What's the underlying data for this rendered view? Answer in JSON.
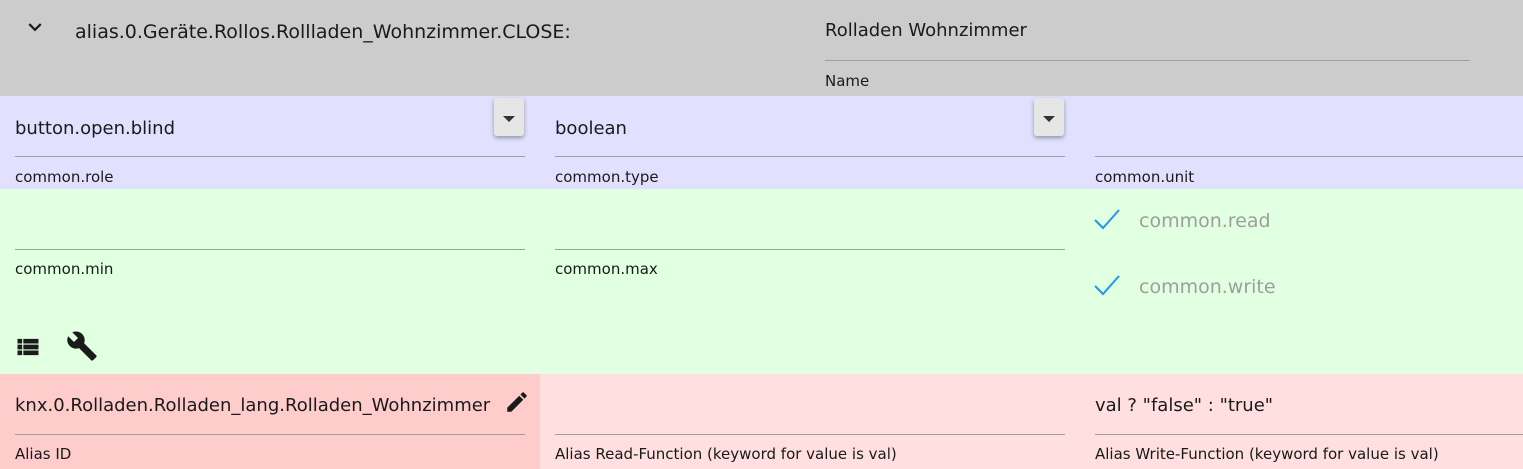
{
  "header": {
    "object_id": "alias.0.Geräte.Rollos.Rollladen_Wohnzimmer.CLOSE:",
    "name_value": "Rolladen Wohnzimmer",
    "name_label": "Name"
  },
  "common": {
    "role": {
      "value": "button.open.blind",
      "label": "common.role"
    },
    "type": {
      "value": "boolean",
      "label": "common.type"
    },
    "unit": {
      "value": "",
      "label": "common.unit"
    },
    "min": {
      "value": "",
      "label": "common.min"
    },
    "max": {
      "value": "",
      "label": "common.max"
    },
    "read": {
      "label": "common.read",
      "checked": true
    },
    "write": {
      "label": "common.write",
      "checked": true
    }
  },
  "alias": {
    "id": {
      "value": "knx.0.Rolladen.Rolladen_lang.Rolladen_Wohnzimmer",
      "label": "Alias ID"
    },
    "read_fn": {
      "value": "",
      "label": "Alias Read-Function (keyword for value is val)"
    },
    "write_fn": {
      "value": "val ? \"false\" : \"true\"",
      "label": "Alias Write-Function (keyword for value is val)"
    }
  },
  "icons": {
    "expand": "chevron-down-icon",
    "list": "list-icon",
    "settings": "wrench-icon",
    "edit": "pencil-icon",
    "dropdown": "caret-down-icon"
  },
  "colors": {
    "header_bg": "#cccccc",
    "common_row1_bg": "#e1e1ff",
    "common_row2_bg": "#e1ffe1",
    "alias_bg": "#ffdfdf",
    "alias_id_bg": "#ffcccc",
    "check": "#2196f3"
  }
}
